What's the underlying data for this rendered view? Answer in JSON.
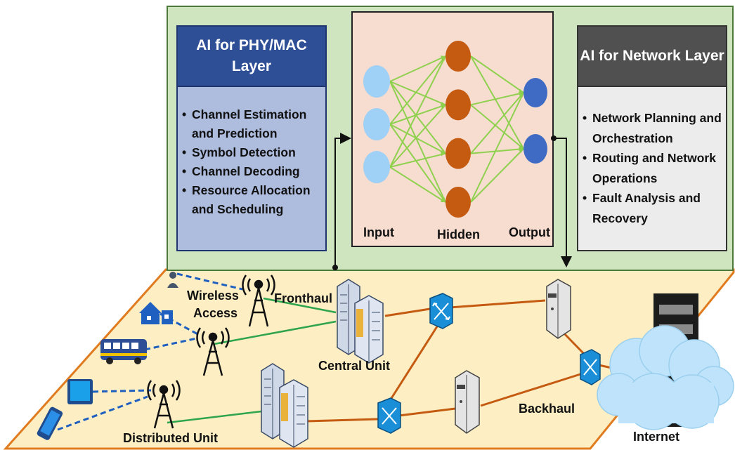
{
  "phy_layer": {
    "title": "AI for PHY/MAC Layer",
    "items": [
      "Channel Estimation and Prediction",
      "Symbol Detection",
      "Channel Decoding",
      "Resource Allocation and Scheduling"
    ]
  },
  "network_layer": {
    "title": "AI for Network Layer",
    "items": [
      "Network Planning and Orchestration",
      "Routing and Network Operations",
      "Fault Analysis and Recovery"
    ]
  },
  "neural_net": {
    "layers": [
      {
        "label": "Input",
        "nodes": 3
      },
      {
        "label": "Hidden",
        "nodes": 4
      },
      {
        "label": "Output",
        "nodes": 2
      }
    ]
  },
  "network": {
    "labels": {
      "wireless": "Wireless",
      "access": "Access",
      "fronthaul": "Fronthaul",
      "central_unit": "Central Unit",
      "distributed_unit": "Distributed Unit",
      "backhaul": "Backhaul",
      "internet": "Internet"
    }
  },
  "colors": {
    "panel_bg": "#cfe5c0",
    "phy_header": "#2e4e96",
    "phy_body": "#aebcde",
    "net_header": "#505050",
    "net_body": "#ececec",
    "nn_bg": "#f7ddd0",
    "input_node": "#9fd0f5",
    "hidden_node": "#c55a11",
    "output_node": "#3f6bc4",
    "nn_edge": "#8fd14f",
    "floor_bg": "#fdeec4",
    "floor_border": "#e07b1f",
    "link_orange": "#c55a11",
    "link_green": "#2ea44f",
    "link_blue": "#1f5fbf"
  }
}
